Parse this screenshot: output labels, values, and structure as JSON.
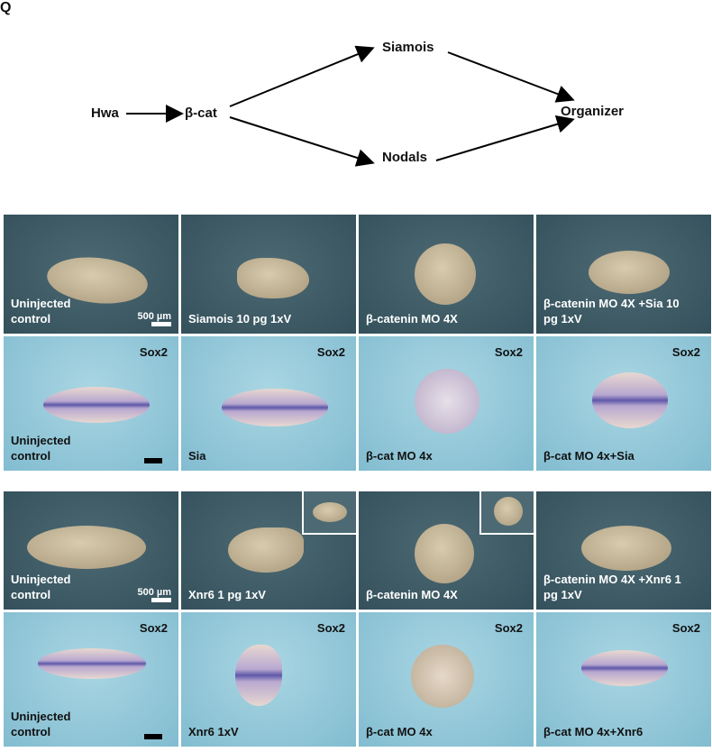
{
  "panel_letter": "Q",
  "diagram": {
    "nodes": {
      "hwa": "Hwa",
      "bcat": "β-cat",
      "siamois": "Siamois",
      "nodals": "Nodals",
      "organizer": "Organizer"
    }
  },
  "group1": {
    "row1": [
      "Uninjected control",
      "Siamois 10 pg 1xV",
      "β-catenin MO 4X",
      "β-catenin MO 4X +Sia 10 pg 1xV"
    ],
    "row2": [
      "Uninjected control",
      "Sia",
      "β-cat MO 4x",
      "β-cat MO 4x+Sia"
    ],
    "scale": "500 µm",
    "marker": "Sox2"
  },
  "group2": {
    "row1": [
      "Uninjected control",
      "Xnr6 1 pg 1xV",
      "β-catenin MO 4X",
      "β-catenin MO 4X +Xnr6 1 pg 1xV"
    ],
    "row2": [
      "Uninjected control",
      "Xnr6 1xV",
      "β-cat MO 4x",
      "β-cat MO 4x+Xnr6"
    ],
    "scale": "500 µm",
    "marker": "Sox2"
  }
}
